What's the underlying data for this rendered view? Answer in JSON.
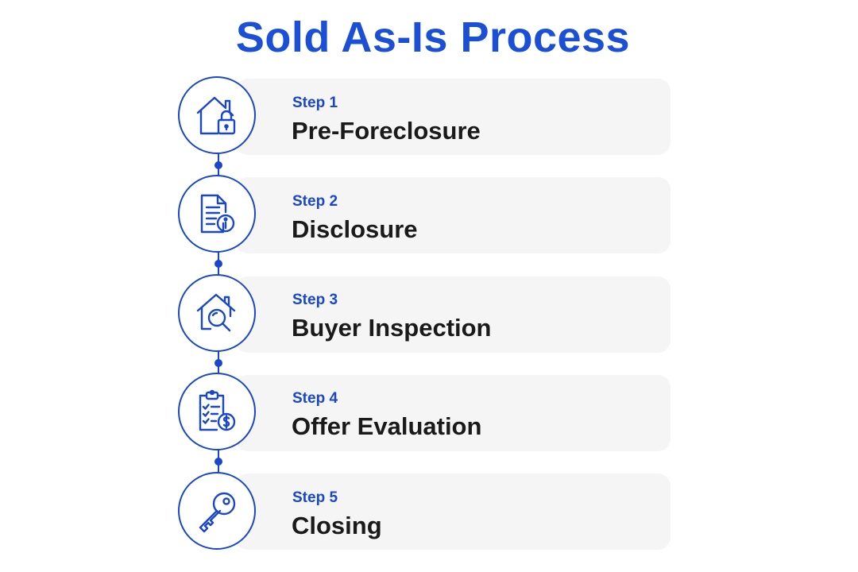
{
  "title": "Sold As-Is Process",
  "colors": {
    "title": "#1a4fd6",
    "accent": "#1a47c8",
    "card_background": "#f5f5f6",
    "step_name": "#1a1a1a"
  },
  "steps": [
    {
      "label": "Step 1",
      "name": "Pre-Foreclosure",
      "icon": "house-lock-icon"
    },
    {
      "label": "Step 2",
      "name": "Disclosure",
      "icon": "document-info-icon"
    },
    {
      "label": "Step 3",
      "name": "Buyer Inspection",
      "icon": "house-search-icon"
    },
    {
      "label": "Step 4",
      "name": "Offer Evaluation",
      "icon": "clipboard-dollar-icon"
    },
    {
      "label": "Step 5",
      "name": "Closing",
      "icon": "key-icon"
    }
  ]
}
